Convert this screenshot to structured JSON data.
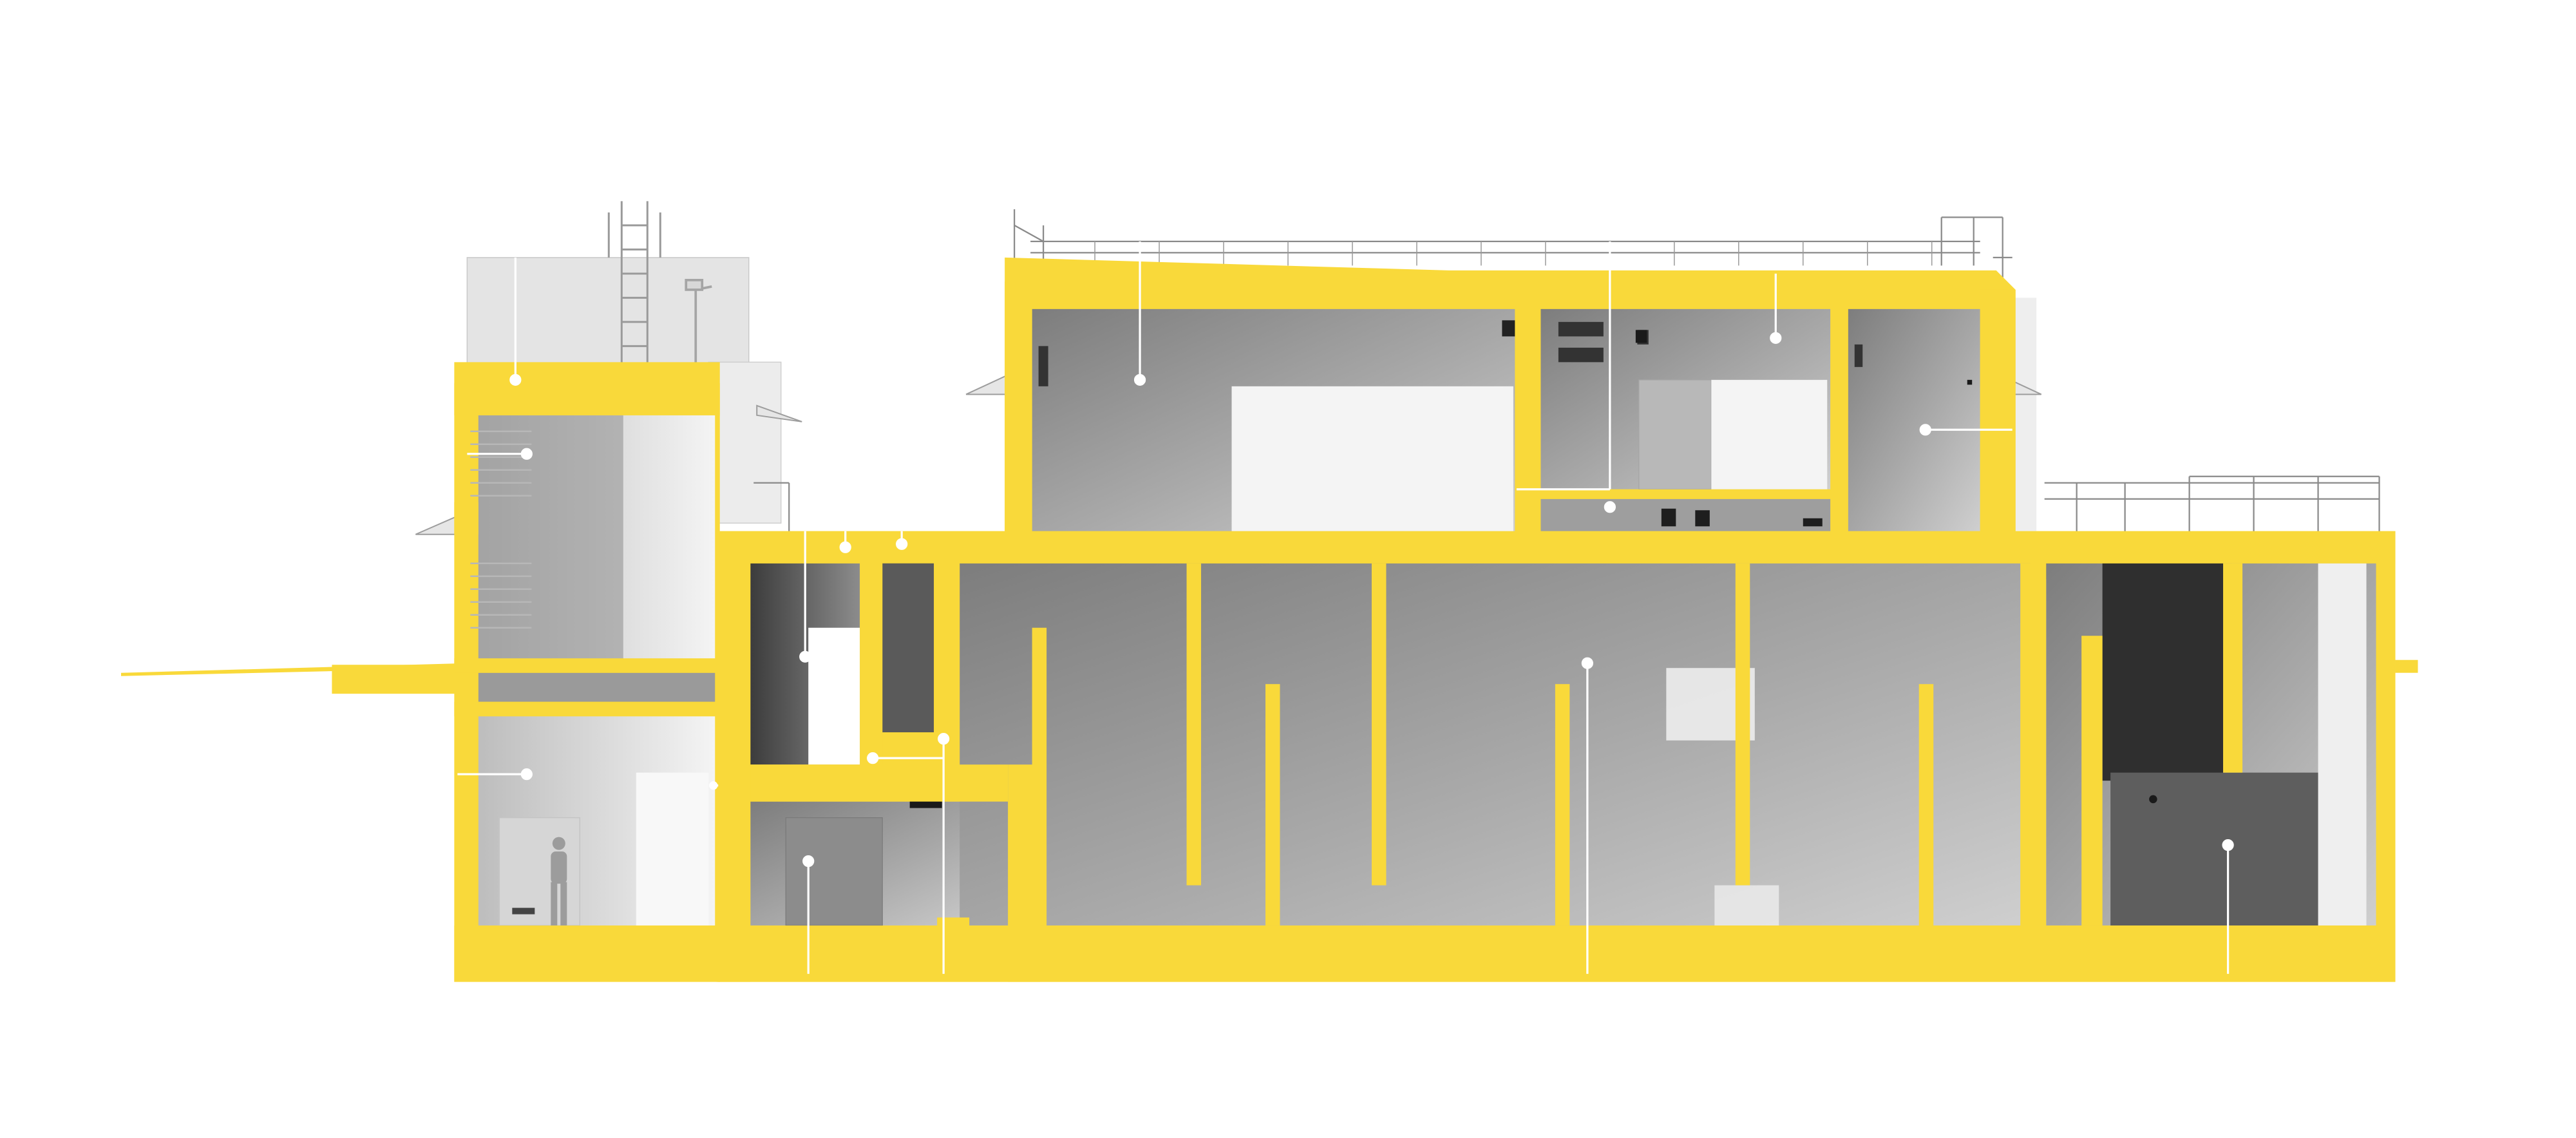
{
  "drawing": {
    "kind": "architectural-section",
    "cut_color": "#f9d93a",
    "cut_outline_color": "#e8c524",
    "room_dark": "#6f6f6f",
    "room_mid": "#9a9a9a",
    "room_light": "#f1f1f1",
    "leader_color": "#ffffff",
    "railing_color": "#8a8a8a",
    "callout_count": 16
  },
  "rooms": [
    {
      "id": "tower-upper",
      "tone": "mid",
      "has_callout": true
    },
    {
      "id": "tower-lower",
      "tone": "light",
      "has_callout": true
    },
    {
      "id": "shaft-left",
      "tone": "dark",
      "has_callout": true
    },
    {
      "id": "shaft-right",
      "tone": "dark",
      "has_callout": true
    },
    {
      "id": "lobby",
      "tone": "mid",
      "has_callout": true
    },
    {
      "id": "upper-hall",
      "tone": "mid",
      "has_callout": true
    },
    {
      "id": "upper-center",
      "tone": "mid",
      "has_callout": true
    },
    {
      "id": "upper-right",
      "tone": "mid",
      "has_callout": true
    },
    {
      "id": "gallery-main",
      "tone": "mid",
      "has_callout": true
    },
    {
      "id": "gallery-right",
      "tone": "dark",
      "has_callout": true
    }
  ],
  "fixtures": [
    "roof-ladder",
    "roof-railing-left",
    "roof-railing-right",
    "terrace-railing",
    "human-figure",
    "door"
  ]
}
